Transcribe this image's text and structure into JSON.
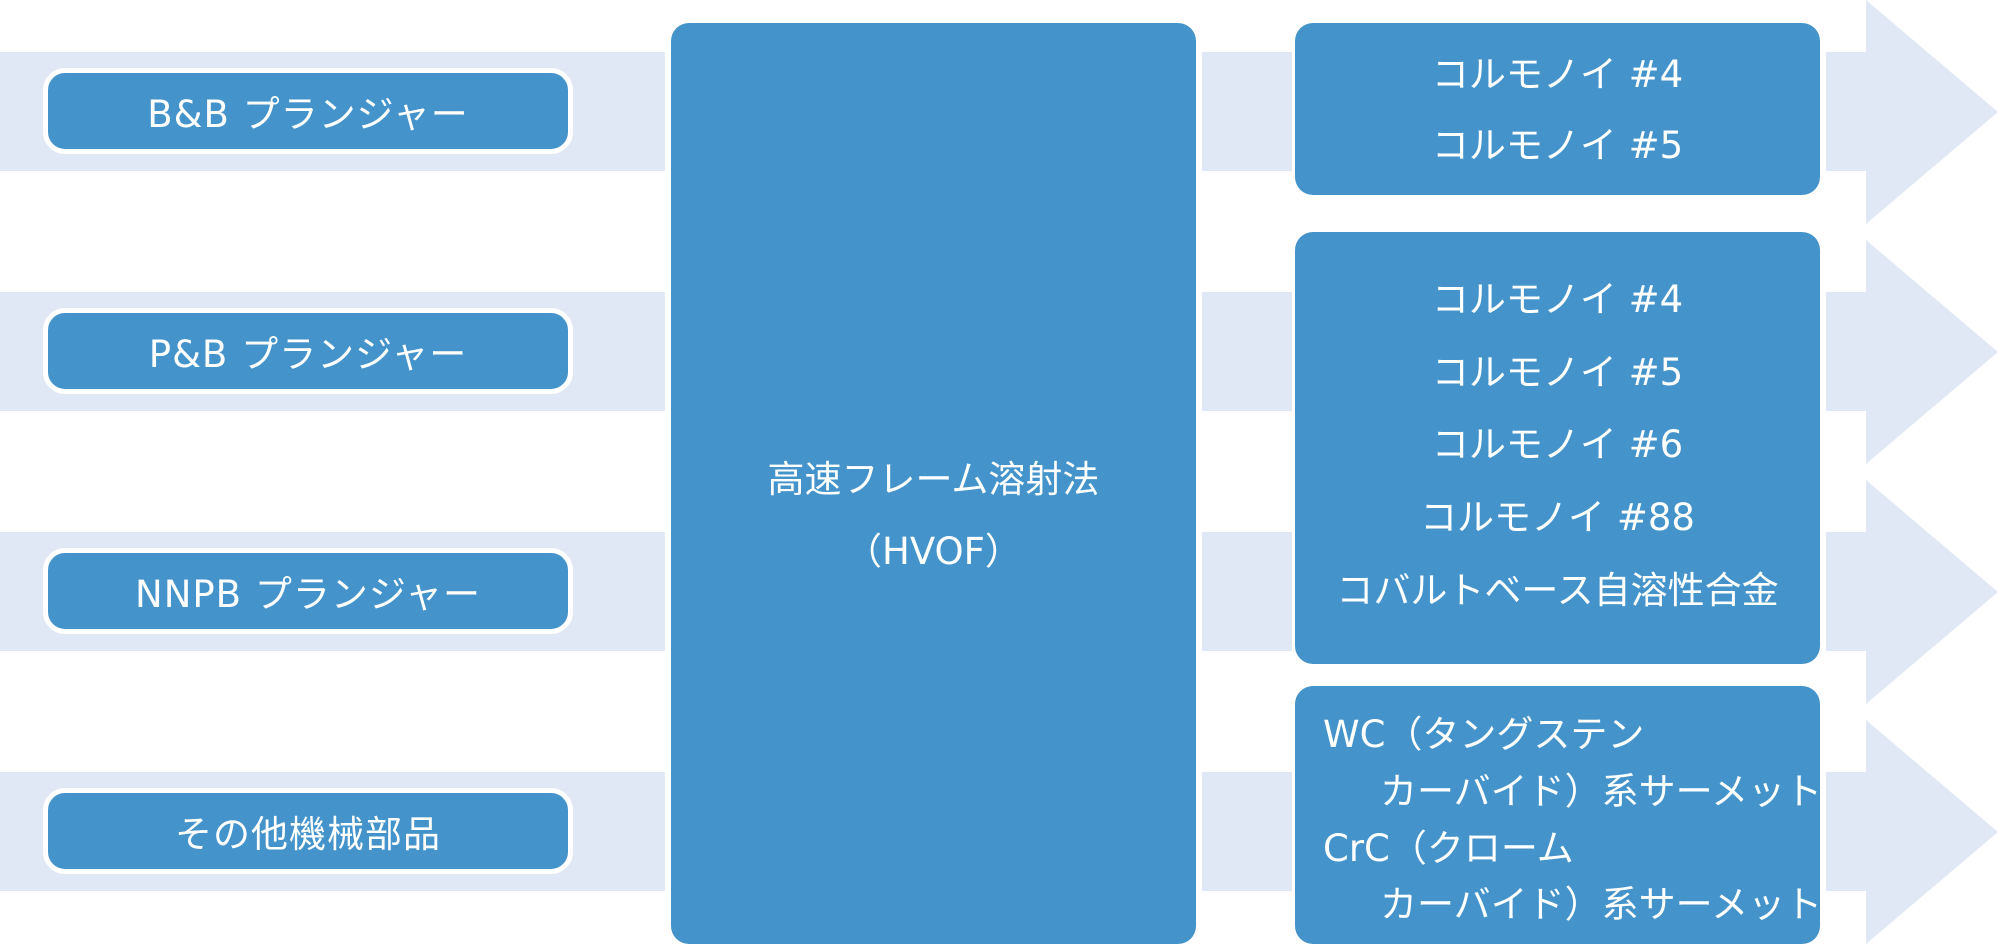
{
  "inputs": [
    {
      "label": "B&B プランジャー"
    },
    {
      "label": "P&B プランジャー"
    },
    {
      "label": "NNPB プランジャー"
    },
    {
      "label": "その他機械部品"
    }
  ],
  "process": {
    "name": "高速フレーム溶射法",
    "abbr": "（HVOF）"
  },
  "outputs": [
    {
      "items": [
        "コルモノイ #4",
        "コルモノイ #5"
      ]
    },
    {
      "items": [
        "コルモノイ #4",
        "コルモノイ #5",
        "コルモノイ #6",
        "コルモノイ #88",
        "コバルトベース自溶性合金"
      ]
    },
    {
      "items": [
        {
          "line1": "WC（タングステン",
          "line2": "カーバイド）系サーメット"
        },
        {
          "line1": "CrC（クローム",
          "line2": "カーバイド）系サーメット"
        }
      ]
    }
  ],
  "colors": {
    "box": "#4494cb",
    "band": "#e1e8f5",
    "text": "#ffffff"
  }
}
